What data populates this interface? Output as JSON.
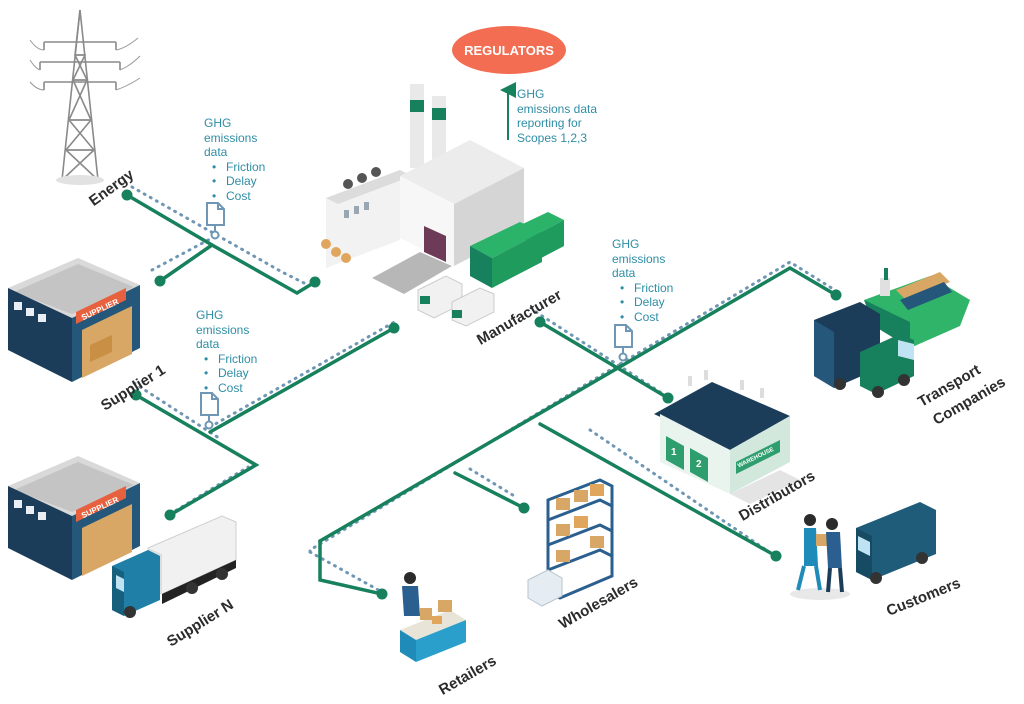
{
  "regulators": {
    "label": "REGULATORS",
    "note": [
      "GHG",
      "emissions data",
      "reporting for",
      "Scopes 1,2,3"
    ]
  },
  "nodes": {
    "energy": "Energy",
    "supplier1": "Supplier 1",
    "supplierN": "Supplier N",
    "manufacturer": "Manufacturer",
    "transport": [
      "Transport",
      "Companies"
    ],
    "distributors": "Distributors",
    "customers": "Customers",
    "wholesalers": "Wholesalers",
    "retailers": "Retailers"
  },
  "signs": {
    "supplier": "SUPPLIER",
    "warehouse": "WAREHOUSE",
    "dock1": "1",
    "dock2": "2"
  },
  "ghg_notes": [
    {
      "title": [
        "GHG",
        "emissions",
        "data"
      ],
      "items": [
        "Friction",
        "Delay",
        "Cost"
      ]
    },
    {
      "title": [
        "GHG",
        "emissions",
        "data"
      ],
      "items": [
        "Friction",
        "Delay",
        "Cost"
      ]
    },
    {
      "title": [
        "GHG",
        "emissions",
        "data"
      ],
      "items": [
        "Friction",
        "Delay",
        "Cost"
      ]
    }
  ],
  "colors": {
    "line": "#17805c",
    "dots": "#6f97b5",
    "regulators": "#f26d52",
    "note_text": "#2f8ea6",
    "warehouse_navy": "#1c3d5a",
    "sign_orange": "#e8613f"
  }
}
